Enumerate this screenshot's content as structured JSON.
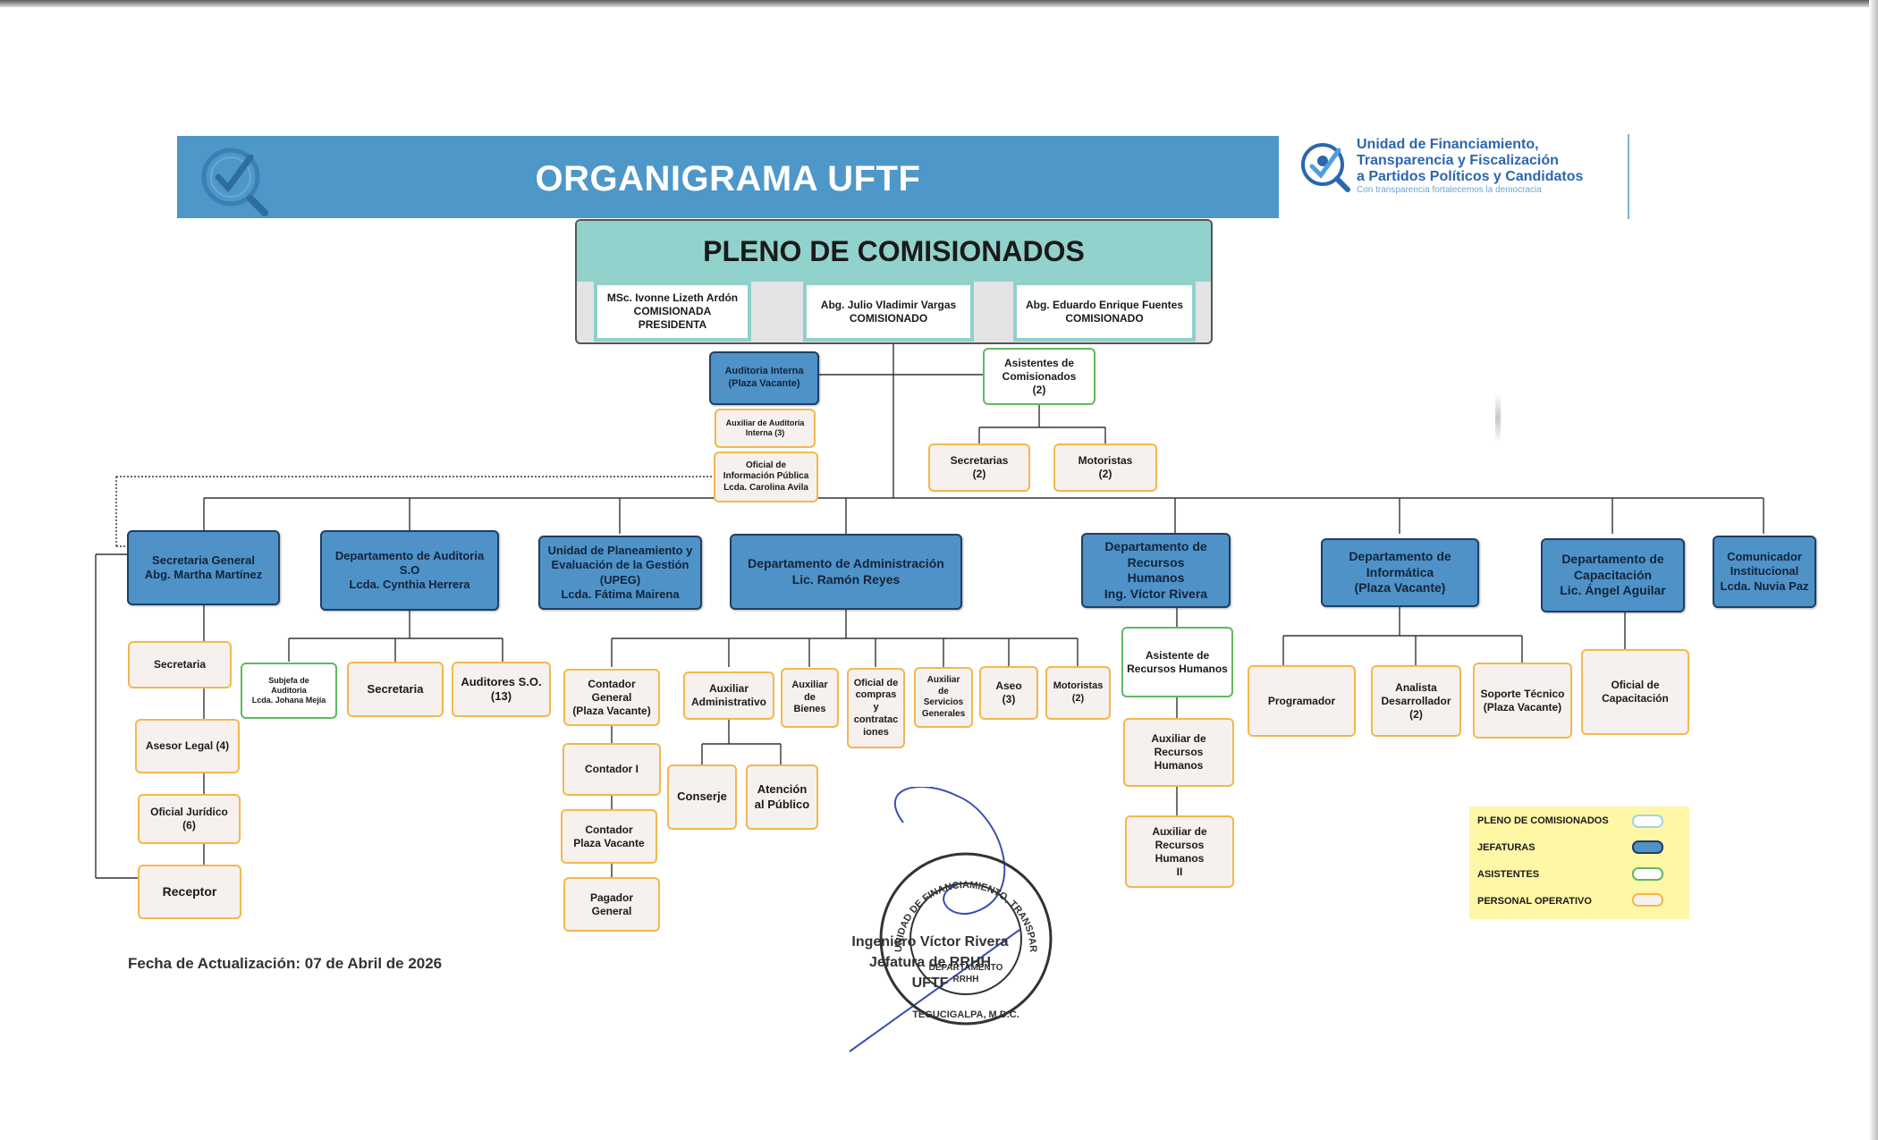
{
  "header": {
    "title": "ORGANIGRAMA UFTF",
    "brand_lines": [
      "Unidad de Financiamiento,",
      "Transparencia y Fiscalización",
      "a Partidos Políticos y Candidatos"
    ],
    "brand_tagline": "Con transparencia fortalecemos la democracia"
  },
  "pleno": {
    "title": "PLENO DE COMISIONADOS",
    "members": [
      [
        "MSc. Ivonne Lizeth Ardón",
        "COMISIONADA PRESIDENTA"
      ],
      [
        "Abg. Julio Vladimir Vargas",
        "COMISIONADO"
      ],
      [
        "Abg. Eduardo Enrique Fuentes",
        "COMISIONADO"
      ]
    ]
  },
  "nodes": {
    "auditoria_interna": [
      "Auditoria Interna",
      "(Plaza Vacante)"
    ],
    "aux_auditoria": [
      "Auxiliar de Auditoria",
      "Interna (3)"
    ],
    "oficial_info": [
      "Oficial de",
      "Información Pública",
      "Lcda. Carolina Avila"
    ],
    "asistentes_comisionados": [
      "Asistentes de",
      "Comisionados",
      "(2)"
    ],
    "secretarias": [
      "Secretarias",
      "(2)"
    ],
    "motoristas_top": [
      "Motoristas",
      "(2)"
    ],
    "secretaria_general": [
      "Secretaria General",
      "Abg. Martha Martínez"
    ],
    "sg_secretaria": [
      "Secretaria"
    ],
    "asesor_legal": [
      "Asesor Legal (4)"
    ],
    "oficial_juridico": [
      "Oficial Jurídico (6)"
    ],
    "receptor": [
      "Receptor"
    ],
    "auditoria_so": [
      "Departamento de Auditoria",
      "S.O",
      "Lcda. Cynthia Herrera"
    ],
    "subjefa_auditoria": [
      "Subjefa de",
      "Auditoria",
      "Lcda. Johana Mejía"
    ],
    "aud_secretaria": [
      "Secretaria"
    ],
    "auditores_so": [
      "Auditores S.O.",
      "(13)"
    ],
    "upeg": [
      "Unidad de Planeamiento y",
      "Evaluación de la Gestión",
      "(UPEG)",
      "Lcda. Fátima Mairena"
    ],
    "administracion": [
      "Departamento de Administración",
      "Lic. Ramón Reyes"
    ],
    "contador_general": [
      "Contador",
      "General",
      "(Plaza Vacante)"
    ],
    "contador_1": [
      "Contador I"
    ],
    "contador_vacante": [
      "Contador",
      "Plaza Vacante"
    ],
    "pagador_general": [
      "Pagador",
      "General"
    ],
    "aux_administrativo": [
      "Auxiliar",
      "Administrativo"
    ],
    "conserje": [
      "Conserje"
    ],
    "atencion_publico": [
      "Atención",
      "al Público"
    ],
    "aux_bienes": [
      "Auxiliar",
      "de",
      "Bienes"
    ],
    "oficial_compras": [
      "Oficial de",
      "compras",
      "y",
      "contratac",
      "iones"
    ],
    "aux_servicios": [
      "Auxiliar",
      "de",
      "Servicios",
      "Generales"
    ],
    "aseo": [
      "Aseo",
      "(3)"
    ],
    "motoristas_adm": [
      "Motoristas",
      "(2)"
    ],
    "rrhh": [
      "Departamento de Recursos",
      "Humanos",
      "Ing. Víctor Rivera"
    ],
    "asistente_rrhh": [
      "Asistente de",
      "Recursos Humanos"
    ],
    "aux_rrhh": [
      "Auxiliar de",
      "Recursos Humanos"
    ],
    "aux_rrhh_2": [
      "Auxiliar de",
      "Recursos Humanos",
      "II"
    ],
    "informatica": [
      "Departamento de",
      "Informática",
      "(Plaza Vacante)"
    ],
    "programador": [
      "Programador"
    ],
    "analista": [
      "Analista",
      "Desarrollador",
      "(2)"
    ],
    "soporte": [
      "Soporte Técnico",
      "(Plaza Vacante)"
    ],
    "capacitacion": [
      "Departamento de",
      "Capacitación",
      "Lic. Ángel Aguilar"
    ],
    "oficial_capacitacion": [
      "Oficial de",
      "Capacitación"
    ],
    "comunicador": [
      "Comunicador",
      "Institucional",
      "Lcda. Nuvia Paz"
    ]
  },
  "legend": {
    "items": [
      {
        "label": "PLENO DE COMISIONADOS",
        "color": "#9fd6e0",
        "fill": "#ffffff"
      },
      {
        "label": "JEFATURAS",
        "color": "#1f3f63",
        "fill": "#4e92c8"
      },
      {
        "label": "ASISTENTES",
        "color": "#5fb95f",
        "fill": "#ffffff"
      },
      {
        "label": "PERSONAL OPERATIVO",
        "color": "#f2b84d",
        "fill": "#f6f1ee"
      }
    ]
  },
  "footer": {
    "date": "Fecha de Actualización: 07 de Abril de 2026",
    "signature_lines": [
      "Ingeniero Víctor Rivera",
      "Jefatura de RRHH",
      "UFTF"
    ],
    "seal_ring_text": "UNIDAD DE FINANCIAMIENTO, TRANSPARENCIA Y FISCALIZACIÓN",
    "seal_center": [
      "DEPARTAMENTO",
      "RRHH"
    ],
    "seal_city": "TEGUCIGALPA, M.D.C."
  },
  "colors": {
    "banner": "#4e97c9",
    "pleno_head": "#92d2cc",
    "jefatura": "#4e92c8",
    "asistente_border": "#5fb95f",
    "operativo_border": "#f2b84d",
    "legend_bg": "#fdf7a6"
  }
}
